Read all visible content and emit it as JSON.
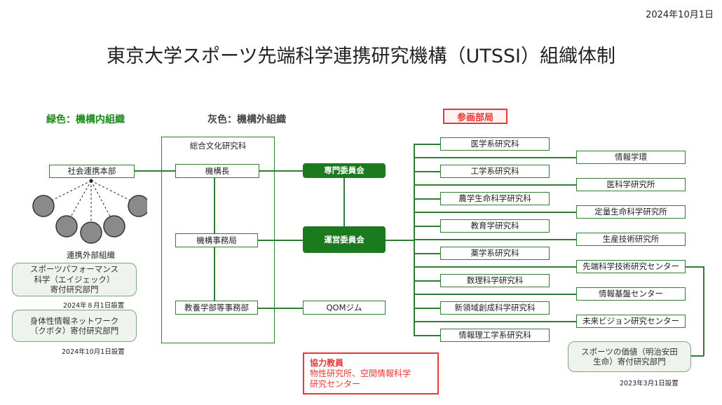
{
  "date": "2024年10月1日",
  "title": "東京大学スポーツ先端科学連携研究機構（UTSSI）組織体制",
  "legend": {
    "green": "緑色：機構内組織",
    "gray": "灰色：機構外組織",
    "participating": "参画部局"
  },
  "left": {
    "social": "社会連携本部",
    "external_orgs": "連携外部組織",
    "chair1": "スポーツパフォーマンス\n科学（エイジェック）\n寄付研究部門",
    "chair1_date": "2024年８月1日設置",
    "chair2": "身体性情報ネットワーク\n（クボタ）寄付研究部門",
    "chair2_date": "2024年10月1日設置"
  },
  "center": {
    "group_label": "総合文化研究科",
    "director": "機構長",
    "office": "機構事務局",
    "admin": "教養学部等事務部"
  },
  "committees": {
    "expert": "専門委員会",
    "steering": "運営委員会",
    "qom": "QOMジム"
  },
  "cooperating": {
    "title": "協力教員",
    "body": "物性研究所、空間情報科学\n研究センター"
  },
  "depts_left": [
    "医学系研究科",
    "工学系研究科",
    "農学生命科学研究科",
    "教育学研究科",
    "薬学系研究科",
    "数理科学研究科",
    "新領域創成科学研究科",
    "情報理工学系研究科"
  ],
  "depts_right": [
    "情報学環",
    "医科学研究所",
    "定量生命科学研究所",
    "生産技術研究所",
    "先端科学技術研究センター",
    "情報基盤センター",
    "未来ビジョン研究センター"
  ],
  "right_chair": "スポーツの価値（明治安田\n生命）寄付研究部門",
  "right_chair_date": "2023年3月1日設置"
}
